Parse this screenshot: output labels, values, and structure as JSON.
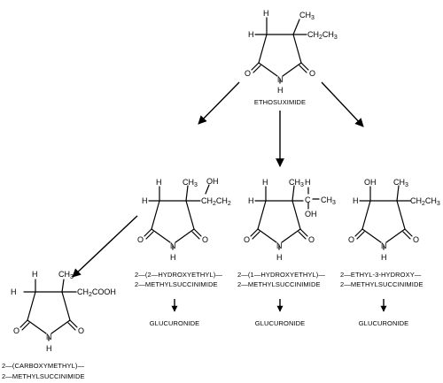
{
  "atoms": {
    "h": "H",
    "o": "O",
    "n": "N",
    "ch3": "CH",
    "ch3_sub": "3",
    "ethyl": "CH",
    "ethyl_sub1": "2",
    "ethyl_mid": "CH",
    "ethyl_sub2": "3",
    "oh": "OH",
    "ch2cooh_a": "CH",
    "ch2cooh_sub": "2",
    "ch2cooh_b": "COOH",
    "ch2_pre": "CH",
    "ch2_sub": "2",
    "ch_label": "C",
    "ch_h": "H",
    "dash_ch3": "CH"
  },
  "labels": {
    "ethosuximide": "ETHOSUXIMIDE",
    "hydroxyethyl_1": "2—(2—HYDROXYETHYL)—",
    "hydroxyethyl_2": "2—METHYLSUCCINIMIDE",
    "hydroxyethyl1_1": "2—(1—HYDROXYETHYL)—",
    "hydroxyethyl1_2": "2—METHYLSUCCINIMIDE",
    "ethylhydroxy_1": "2—ETHYL-3-HYDROXY—",
    "ethylhydroxy_2": "2—METHYLSUCCINIMIDE",
    "carboxymethyl_1": "2—(CARBOXYMETHYL)—",
    "carboxymethyl_2": "2—METHYLSUCCINIMIDE",
    "glucuronide_a": "GLUCURONIDE",
    "glucuronide_b": "GLUCURONIDE",
    "glucuronide_c": "GLUCURONIDE"
  }
}
